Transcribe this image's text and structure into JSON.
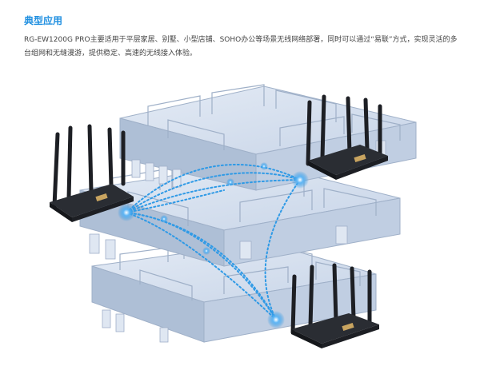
{
  "section": {
    "title": "典型应用",
    "description": "RG-EW1200G PRO主要适用于平层家居、别墅、小型店铺、SOHO办公等场景无线网络部署，同时可以通过“易联”方式，实现灵活的多台组网和无缝漫游，提供稳定、高速的无线接入体验。"
  },
  "illustration": {
    "subject": "multi-floor building with three routers and wireless links",
    "router_count": 3,
    "colors": {
      "building_fill": "#cfdaea",
      "building_edge": "#9fb0c8",
      "link": "#2f9ae6",
      "router": "#1d1f24",
      "title": "#1f8fe0"
    }
  }
}
